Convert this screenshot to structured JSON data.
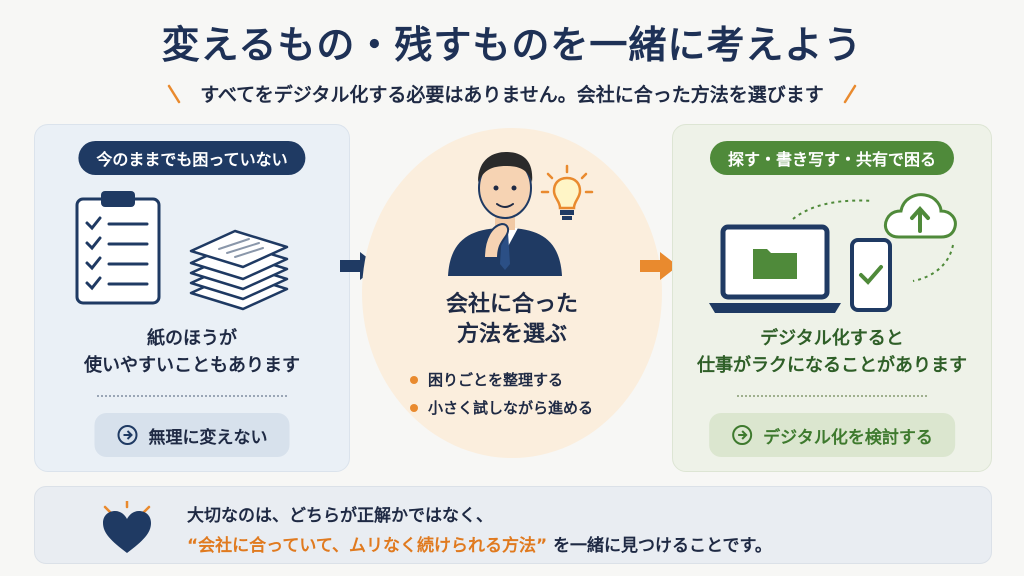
{
  "title": "変えるもの・残すものを一緒に考えよう",
  "subtitle": "すべてをデジタル化する必要はありません。会社に合った方法を選びます",
  "left_panel": {
    "pill": "今のままでも困っていない",
    "text_line1": "紙のほうが",
    "text_line2": "使いやすいこともあります",
    "action": "無理に変えない"
  },
  "center": {
    "title_line1": "会社に合った",
    "title_line2": "方法を選ぶ",
    "items": [
      "困りごとを整理する",
      "小さく試しながら進める"
    ]
  },
  "right_panel": {
    "pill": "探す・書き写す・共有で困る",
    "text_line1": "デジタル化すると",
    "text_line2": "仕事がラクになることがあります",
    "action": "デジタル化を検討する"
  },
  "bottom": {
    "line1": "大切なのは、どちらが正解かではなく、",
    "quote": "“会社に合っていて、ムリなく続けられる方法”",
    "line2_rest": "を一緒に見つけることです。"
  },
  "colors": {
    "navy": "#1f3a63",
    "green": "#4f8a3a",
    "orange": "#e98a2e"
  },
  "icons": {
    "left": [
      "clipboard-checklist-icon",
      "paper-stack-icon"
    ],
    "center": [
      "businessman-thinking-icon",
      "lightbulb-icon"
    ],
    "right": [
      "laptop-folder-icon",
      "smartphone-check-icon",
      "cloud-upload-icon"
    ],
    "arrows": [
      "arrow-right-icon"
    ],
    "bottom": [
      "heart-icon"
    ]
  }
}
